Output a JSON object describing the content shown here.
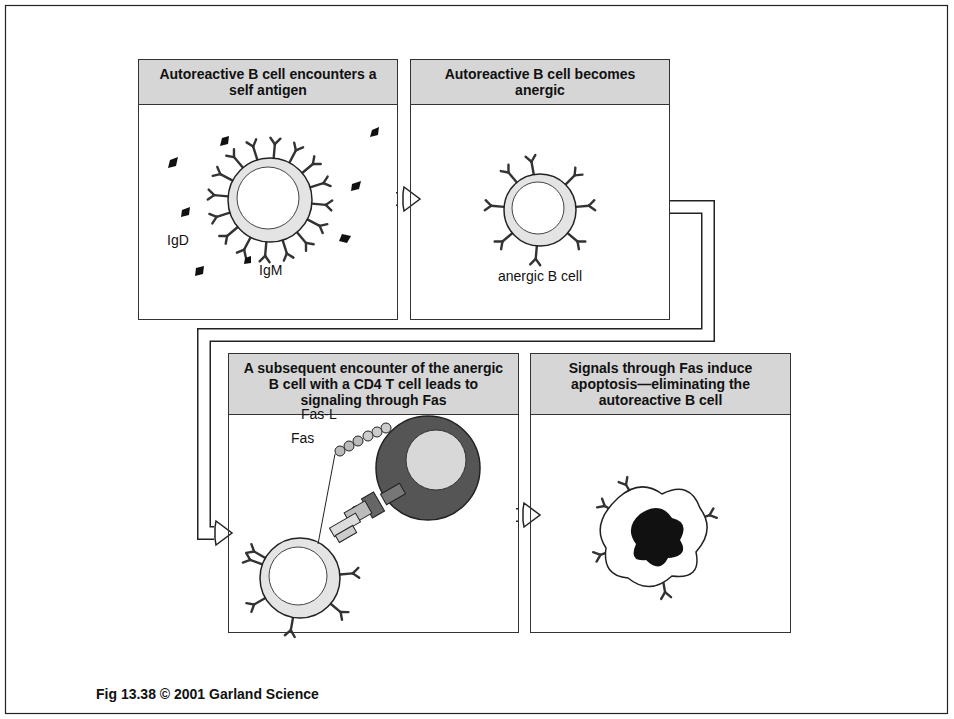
{
  "diagram": {
    "caption": "Fig 13.38 © 2001 Garland Science",
    "nodes": [
      {
        "text": [
          "Autoreactive B cell encounters a self antigen"
        ]
      },
      {
        "text": [
          "Autoreactive B cell becomes anergic"
        ]
      },
      {
        "text": [
          "A subsequent encounter of the anergic B cell with a CD4 T cell leads to signaling through Fas"
        ]
      },
      {
        "text": [
          "Signals through Fas induce apoptosis—eliminating the autoreactive B cell"
        ]
      }
    ],
    "edges": [
      {
        "from": 0,
        "to": 1,
        "arrow": "to"
      },
      {
        "from": 1,
        "to": 2,
        "arrow": "to"
      },
      {
        "from": 2,
        "to": 3,
        "arrow": "to"
      }
    ],
    "labels": [
      "IgD",
      "IgM",
      "anergic B cell",
      "Fas-L",
      "Fas"
    ]
  }
}
